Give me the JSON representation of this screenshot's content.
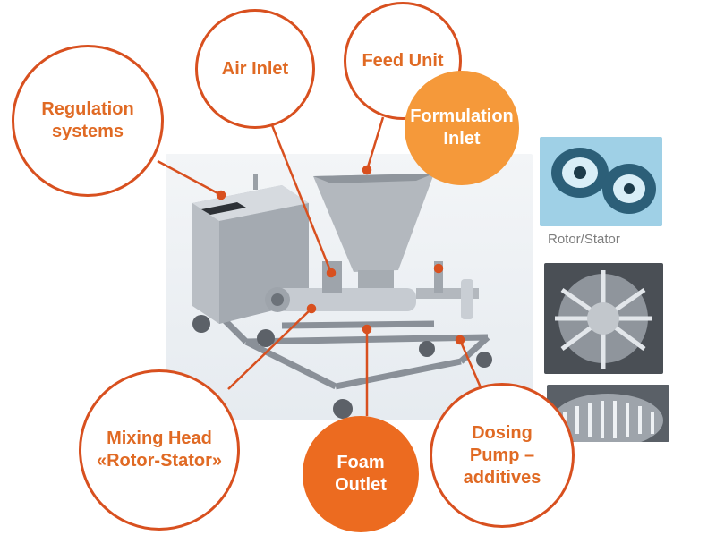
{
  "colors": {
    "accent_outline": "#d8501f",
    "accent_text": "#e06a24",
    "formulation_fill": "#f5993a",
    "foam_fill": "#ec6b20",
    "leader_line": "#d8501f"
  },
  "callouts": {
    "regulation": "Regulation\nsystems",
    "air_inlet": "Air Inlet",
    "feed_unit": "Feed Unit",
    "formulation_inlet": "Formulation\nInlet",
    "mixing_head": "Mixing Head\n«Rotor-Stator»",
    "foam_outlet": "Foam\nOutlet",
    "dosing_pump": "Dosing\nPump –\nadditives"
  },
  "images": {
    "machine": "foam-generator-machine-photo",
    "rotor_stator_top": "rotor-stator-closeup-photo",
    "rotor_stator_middle": "rotor-teeth-closeup-photo",
    "rotor_stator_bottom": "stator-teeth-closeup-photo"
  },
  "thumb_caption": "Rotor/Stator"
}
